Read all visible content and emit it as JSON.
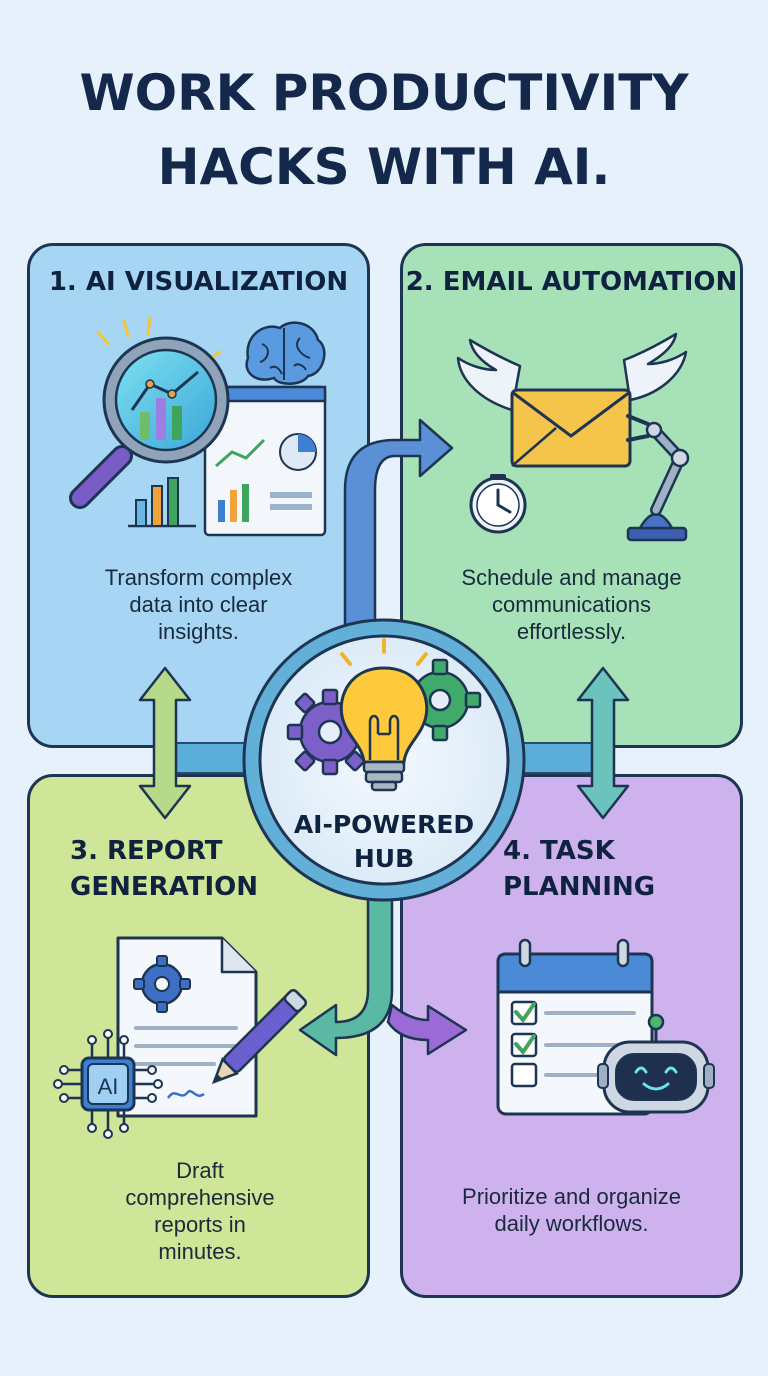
{
  "title": {
    "line1": "WORK PRODUCTIVITY",
    "line2": "HACKS WITH AI."
  },
  "hub": {
    "label_line1": "AI-POWERED",
    "label_line2": "HUB",
    "icon": "lightbulb-gears-icon"
  },
  "panels": [
    {
      "title": "1. AI VISUALIZATION",
      "description": "Transform complex data into clear insights.",
      "desc_lines": [
        "Transform complex",
        "data into clear",
        "insights."
      ],
      "color": "#a7d6f4",
      "icon": "magnifier-chart-icon"
    },
    {
      "title": "2. EMAIL AUTOMATION",
      "description": "Schedule and manage communications effortlessly.",
      "desc_lines": [
        "Schedule and manage",
        "communications",
        "effortlessly."
      ],
      "color": "#a7e1b8",
      "icon": "winged-envelope-icon"
    },
    {
      "title_lines": [
        "3. REPORT",
        "GENERATION"
      ],
      "description": "Draft comprehensive reports in minutes.",
      "desc_lines": [
        "Draft",
        "comprehensive",
        "reports in",
        "minutes."
      ],
      "color": "#cfe597",
      "icon": "document-ai-icon",
      "chip_label": "AI"
    },
    {
      "title_lines": [
        "4. TASK",
        "PLANNING"
      ],
      "description": "Prioritize and organize daily workflows.",
      "desc_lines": [
        "Prioritize and organize",
        "daily workflows."
      ],
      "color": "#cdb2ee",
      "icon": "calendar-robot-icon"
    }
  ]
}
